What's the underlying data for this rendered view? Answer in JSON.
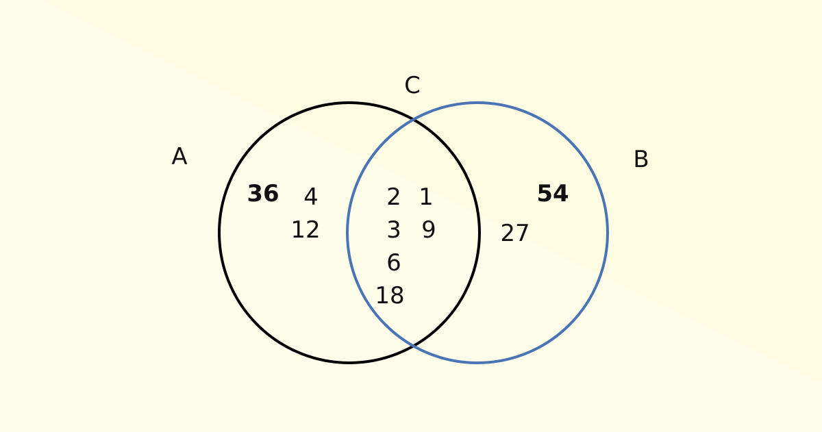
{
  "colors": {
    "background": "#fdfde9",
    "background_band": "#fdfbe2",
    "circle_a": "#000000",
    "circle_b": "#4a74b4",
    "text": "#111111"
  },
  "labels": {
    "a": "A",
    "b": "B",
    "c": "C"
  },
  "regions": {
    "a_only": {
      "total": "36",
      "elements": [
        "4",
        "12"
      ]
    },
    "intersection": {
      "col1": [
        "2",
        "3",
        "6",
        "18"
      ],
      "col2": [
        "1",
        "9"
      ]
    },
    "b_only": {
      "total": "54",
      "elements": [
        "27"
      ]
    }
  }
}
